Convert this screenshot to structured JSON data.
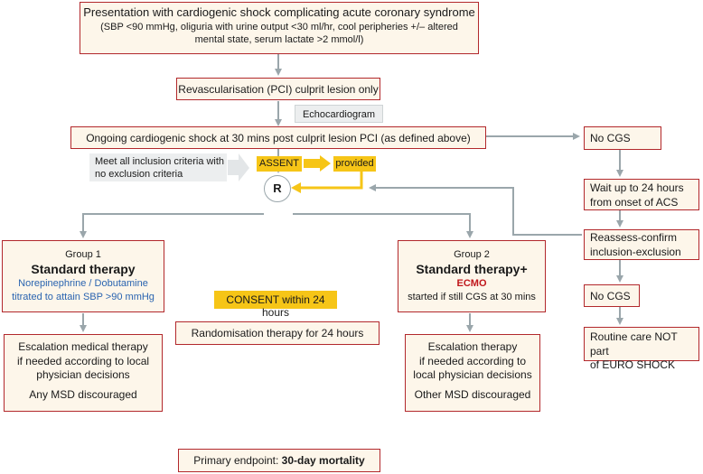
{
  "colors": {
    "box_border": "#b2282c",
    "box_fill": "#fdf6ea",
    "arrow": "#9aa6ab",
    "highlight": "#f6c517",
    "blue_text": "#2a64b0",
    "red_text": "#c0161b"
  },
  "presentation": {
    "title": "Presentation with cardiogenic shock complicating acute coronary syndrome",
    "detail_1": "(SBP <90 mmHg, oliguria with urine output <30 ml/hr, cool peripheries +/– altered",
    "detail_2": "mental state, serum lactate >2 mmol/l)"
  },
  "revascularisation": "Revascularisation (PCI) culprit lesion only",
  "echocardiogram": "Echocardiogram",
  "ongoing_shock": "Ongoing cardiogenic shock at 30 mins post culprit lesion PCI (as defined above)",
  "criteria_1": "Meet all inclusion criteria with",
  "criteria_2": "no exclusion criteria",
  "assent": "ASSENT",
  "provided": "provided",
  "randomise": "R",
  "group1": {
    "label": "Group 1",
    "title": "Standard therapy",
    "drugs_1": "Norepinephrine / Dobutamine",
    "drugs_2": "titrated to attain SBP >90 mmHg"
  },
  "group2": {
    "label": "Group 2",
    "title": "Standard therapy+",
    "device": "ECMO",
    "note": "started if still CGS at 30 mins"
  },
  "consent": "CONSENT within 24 hours",
  "randomisation_therapy": "Randomisation therapy for 24 hours",
  "escalation1": {
    "line_1": "Escalation medical therapy",
    "line_2": "if needed according to local",
    "line_3": "physician decisions",
    "line_4": "Any MSD discouraged"
  },
  "escalation2": {
    "line_1": "Escalation therapy",
    "line_2": "if needed according to",
    "line_3": "local physician decisions",
    "line_4": "Other MSD discouraged"
  },
  "primary_endpoint": {
    "prefix": "Primary endpoint: ",
    "value": "30-day mortality"
  },
  "side": {
    "no_cgs_1": "No CGS",
    "wait_1": "Wait up to 24 hours",
    "wait_2": "from onset of ACS",
    "reassess_1": "Reassess-confirm",
    "reassess_2": "inclusion-exclusion",
    "no_cgs_2": "No CGS",
    "routine_1": "Routine care NOT part",
    "routine_2": "of EURO SHOCK"
  }
}
